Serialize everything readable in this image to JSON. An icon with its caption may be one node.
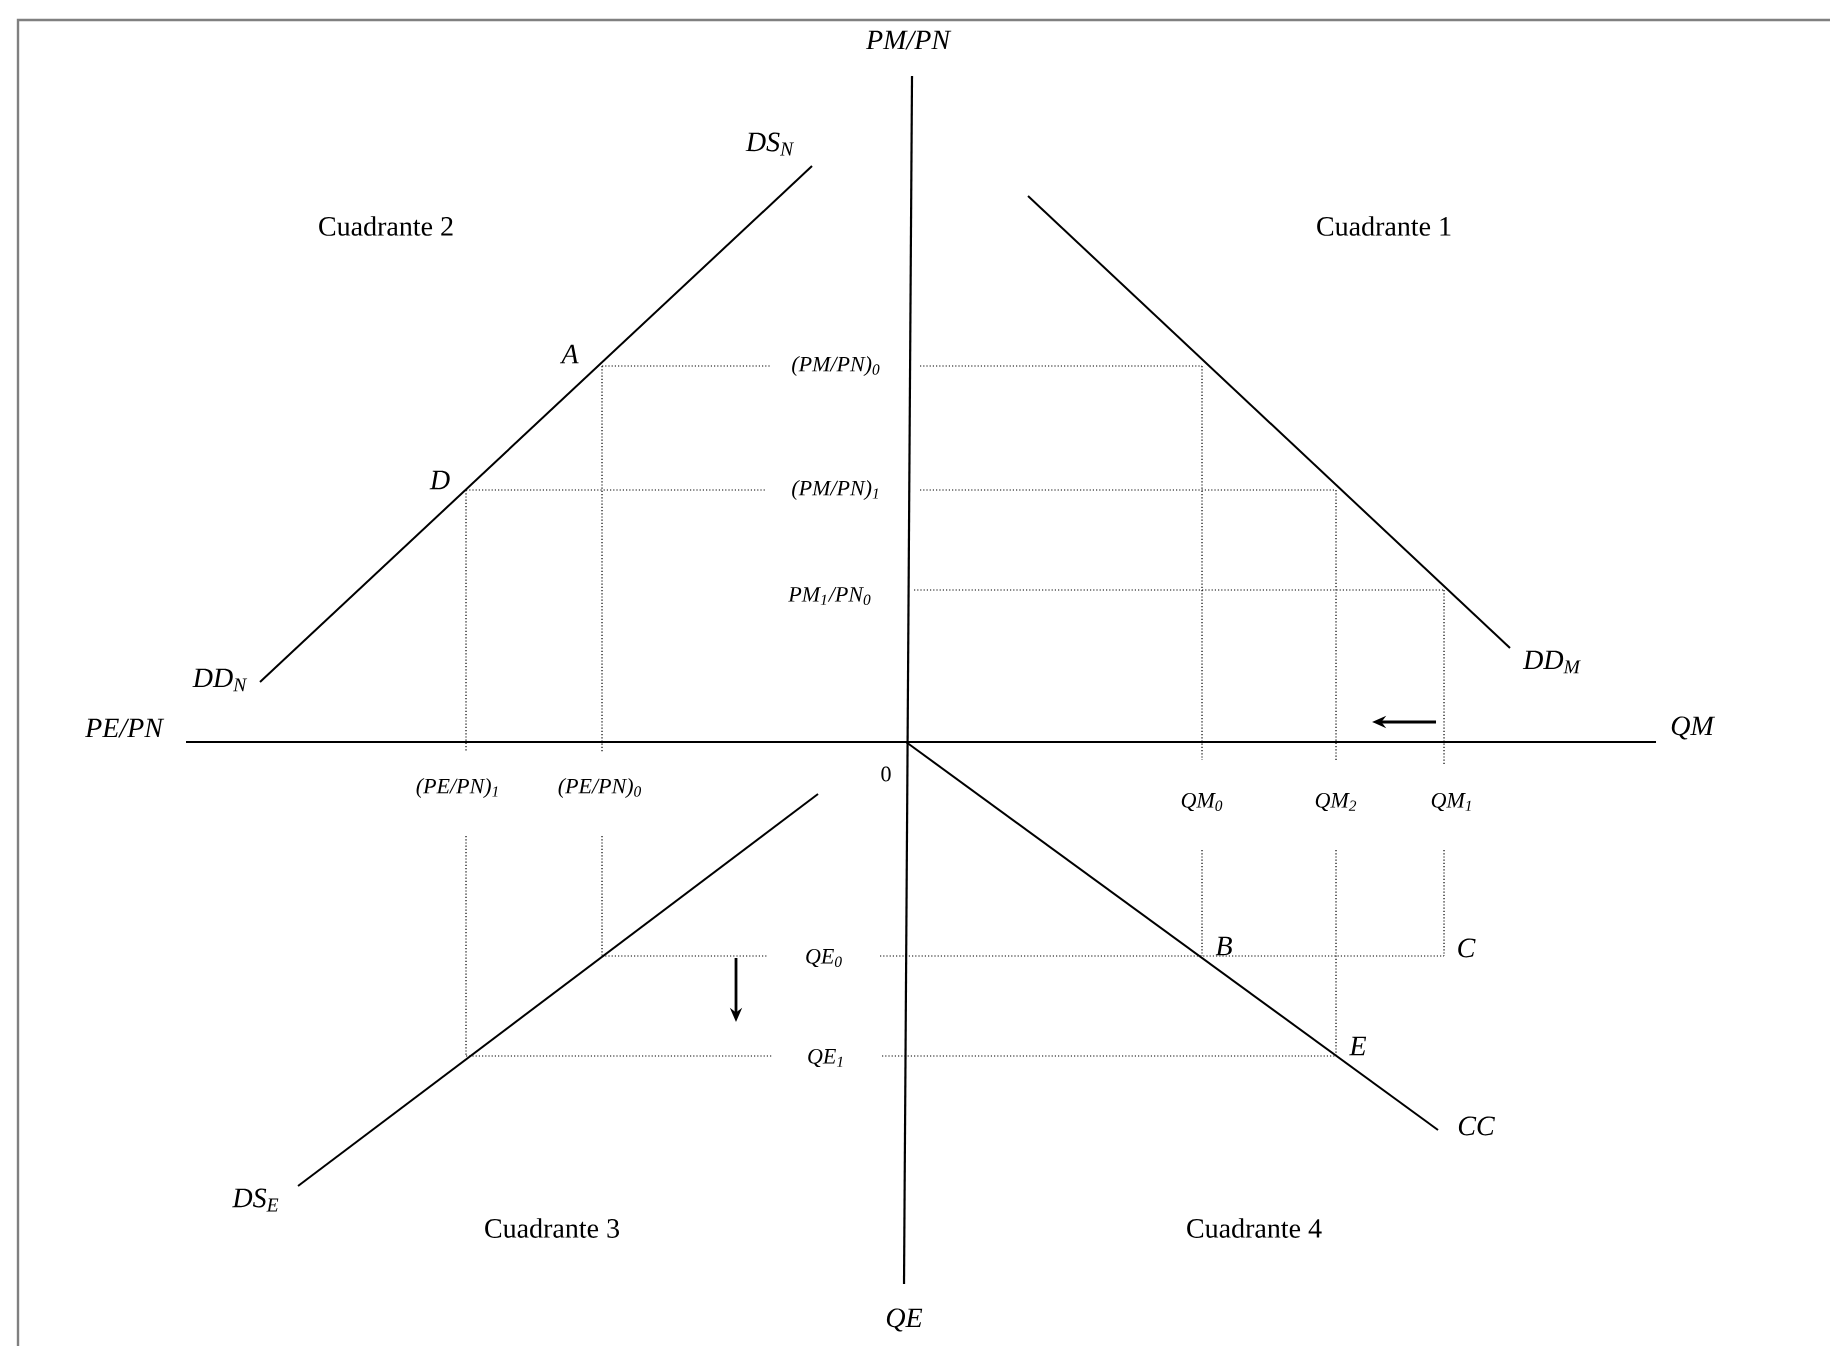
{
  "diagram": {
    "labels": [
      "PM/PN",
      "DS$_{N}$",
      "Cuadrante 2",
      "Cuadrante 1",
      "A",
      "(PM/PN)$_{0}$",
      "D",
      "(PM/PN)$_{1}$",
      "PM$_{1}$/PN$_{0}$",
      "DD$_{N}$",
      "DD$_{M}$",
      "PE/PN",
      "QM",
      "(PE/PN)$_{1}$",
      "(PE/PN)$_{0}$",
      "0",
      "QM$_{0}$",
      "QM$_{2}$",
      "QM$_{1}$",
      "B",
      "C",
      "QE$_{0}$",
      "E",
      "QE$_{1}$",
      "CC",
      "DS$_{E}$",
      "Cuadrante 3",
      "Cuadrante 4",
      "QE"
    ]
  }
}
